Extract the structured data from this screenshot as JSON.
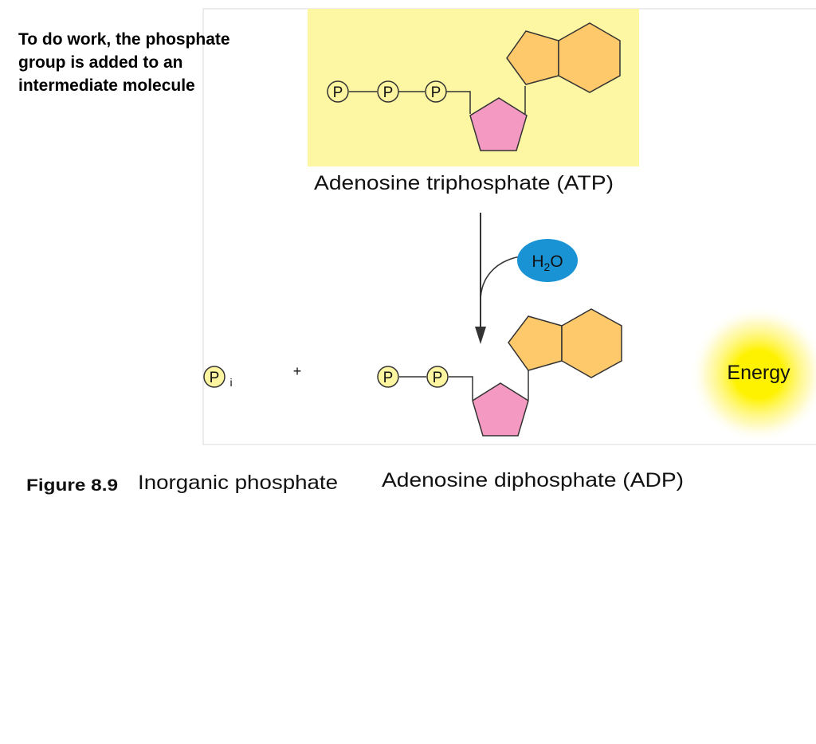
{
  "note_lines": [
    "To do work, the phosphate",
    "group is added to an",
    "intermediate molecule"
  ],
  "atp": {
    "phosphates": [
      "P",
      "P",
      "P"
    ],
    "label": "Adenosine triphosphate (ATP)"
  },
  "water": {
    "h": "H",
    "sub": "2",
    "o": "O"
  },
  "products": {
    "pi": "P",
    "pi_sub": "i",
    "plus": "+",
    "adp_phosphates": [
      "P",
      "P"
    ],
    "energy": "Energy"
  },
  "caption": {
    "figure": "Figure 8.9",
    "pi_label": "Inorganic phosphate",
    "adp_label": "Adenosine diphosphate (ADP)"
  },
  "colors": {
    "highlight": "#fdf6a3",
    "phosphate_fill": "#fdf5a0",
    "ribose": "#f49ac2",
    "base": "#fdc96b",
    "water": "#1a93d4",
    "energy": "#fff200",
    "frame": "#d9d9d9"
  }
}
